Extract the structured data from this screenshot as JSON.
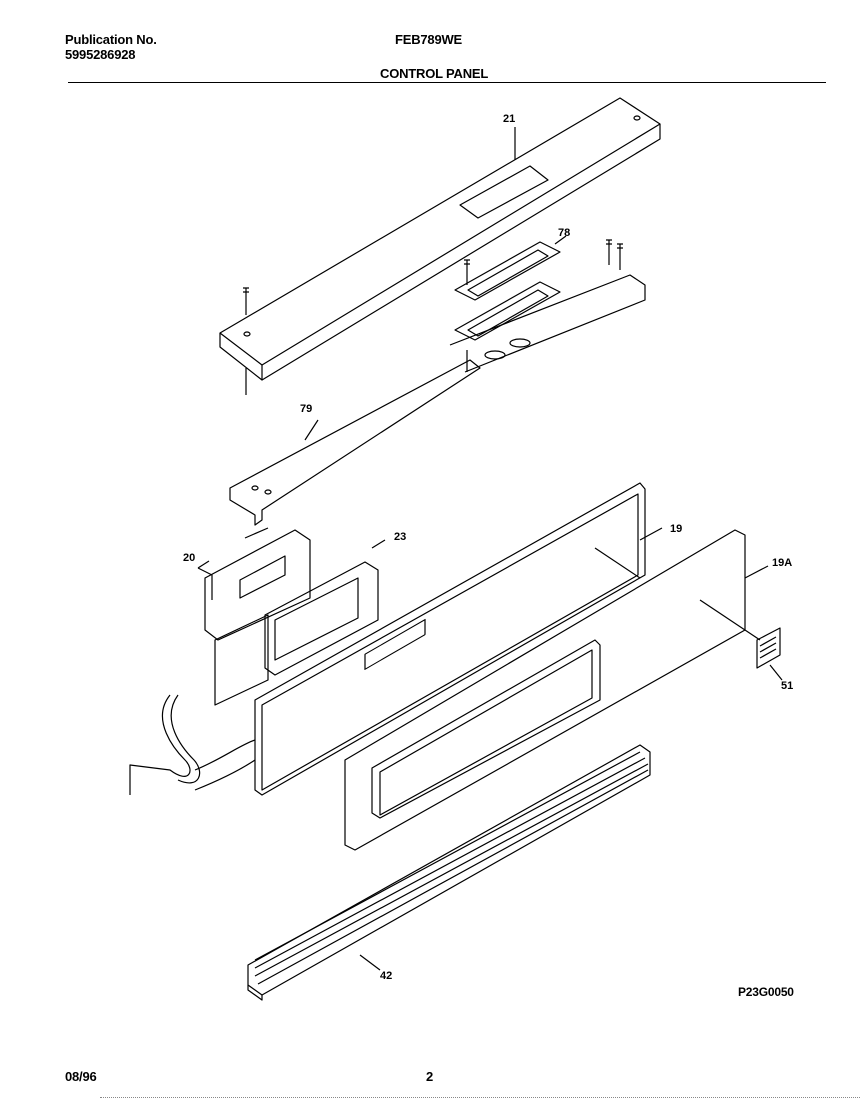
{
  "header": {
    "publication_label": "Publication No.",
    "publication_number": "5995286928",
    "model": "FEB789WE",
    "section_title": "CONTROL PANEL"
  },
  "callouts": {
    "c21": "21",
    "c78": "78",
    "c79": "79",
    "c19": "19",
    "c19a": "19A",
    "c20": "20",
    "c23": "23",
    "c51": "51",
    "c42": "42"
  },
  "figure_code": "P23G0050",
  "footer": {
    "date": "08/96",
    "page": "2"
  }
}
